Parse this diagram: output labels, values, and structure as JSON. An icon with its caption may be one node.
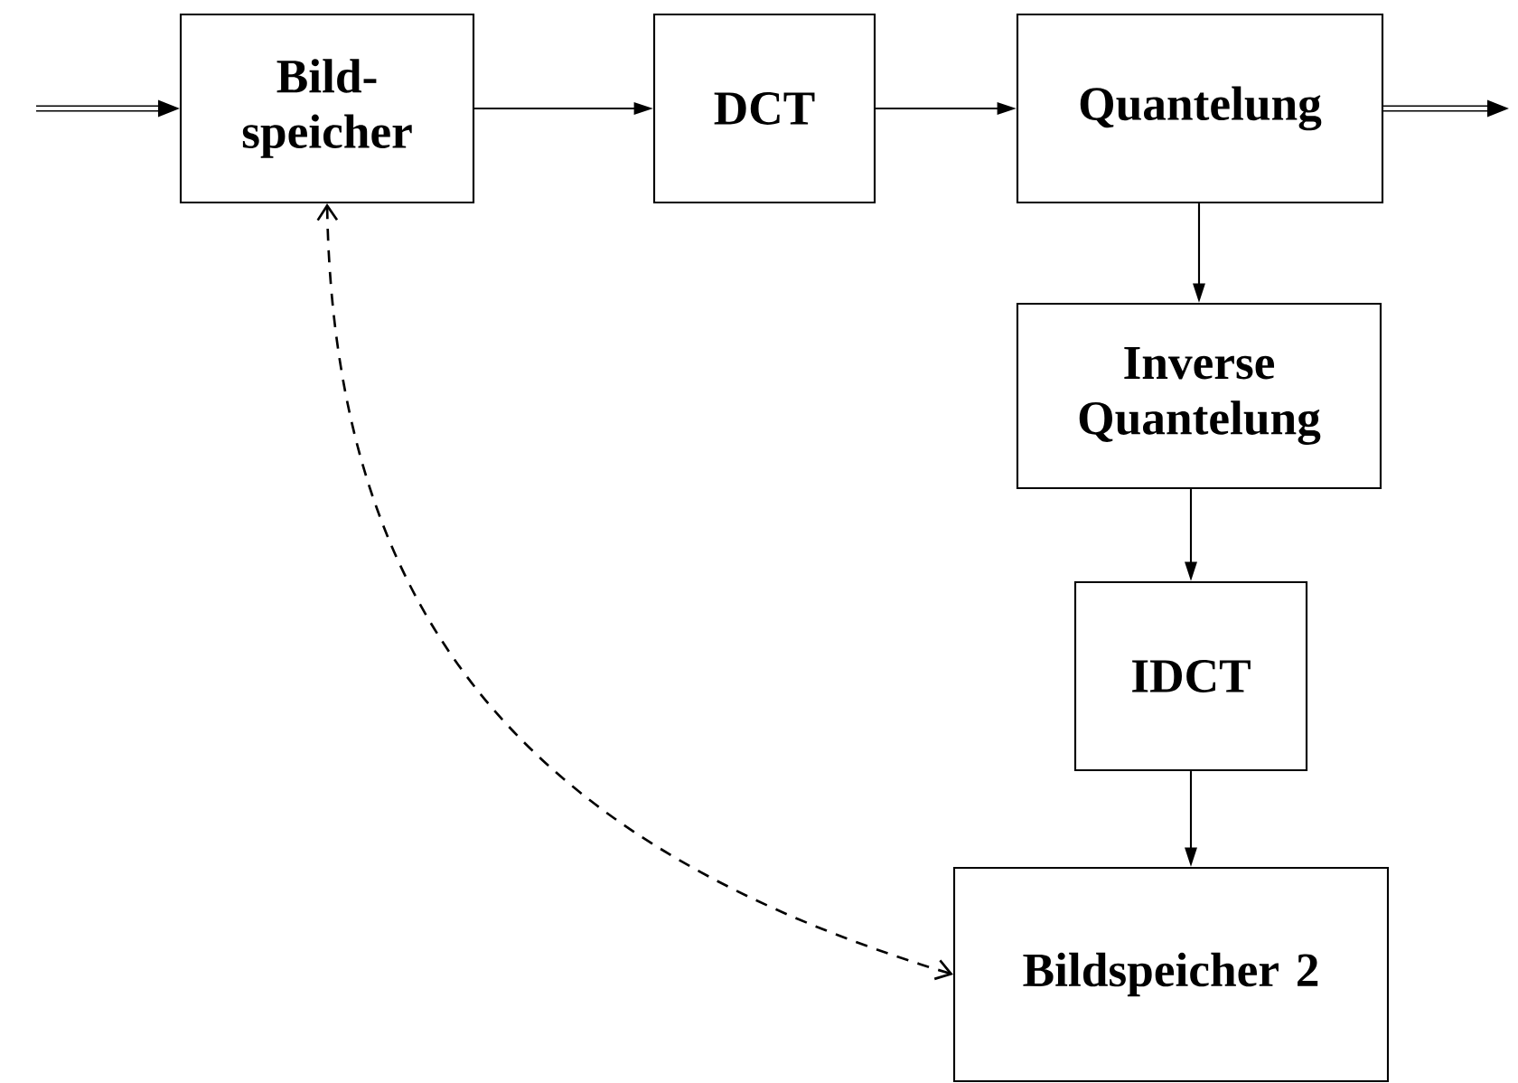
{
  "diagram": {
    "nodes": [
      {
        "text": [
          "Bild- speicher"
        ]
      },
      {
        "text": [
          "DCT"
        ]
      },
      {
        "text": [
          "Quantelung"
        ]
      },
      {
        "text": [
          "Inverse Quantelung"
        ]
      },
      {
        "text": [
          "IDCT"
        ]
      },
      {
        "text": [
          "Bildspeicher 2"
        ]
      }
    ],
    "edges": [
      {
        "from": null,
        "to": 0,
        "arrow": "to",
        "style": "thick"
      },
      {
        "from": 0,
        "to": 1,
        "arrow": "to"
      },
      {
        "from": 1,
        "to": 2,
        "arrow": "to"
      },
      {
        "from": 2,
        "to": null,
        "arrow": "to",
        "style": "thick"
      },
      {
        "from": 2,
        "to": 3,
        "arrow": "to"
      },
      {
        "from": 3,
        "to": 4,
        "arrow": "to"
      },
      {
        "from": 4,
        "to": 5,
        "arrow": "to"
      },
      {
        "from": 0,
        "to": 5,
        "arrow": "both",
        "style": "dashed"
      }
    ]
  }
}
